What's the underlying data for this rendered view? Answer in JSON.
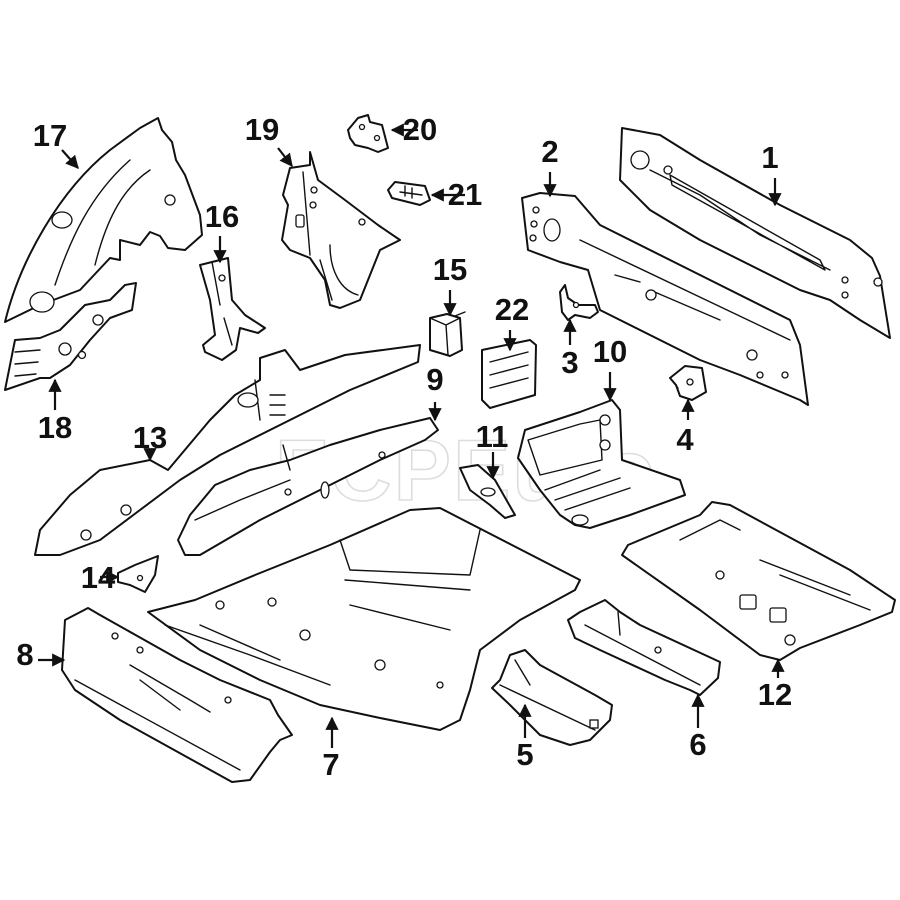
{
  "diagram": {
    "type": "exploded-parts-diagram",
    "subject": "Rear floor pan and body structure components",
    "watermark": "FCPEuro",
    "colors": {
      "line": "#111111",
      "background": "#ffffff",
      "watermark": "#cfcfcf"
    },
    "callouts": [
      {
        "id": "1",
        "label": "1",
        "part": "rear-panel-upper"
      },
      {
        "id": "2",
        "label": "2",
        "part": "rear-panel-inner"
      },
      {
        "id": "3",
        "label": "3",
        "part": "small-bracket"
      },
      {
        "id": "4",
        "label": "4",
        "part": "mount-bracket"
      },
      {
        "id": "5",
        "label": "5",
        "part": "rear-rail-extension"
      },
      {
        "id": "6",
        "label": "6",
        "part": "crossmember-rail"
      },
      {
        "id": "7",
        "label": "7",
        "part": "front-floor-pan"
      },
      {
        "id": "8",
        "label": "8",
        "part": "seat-crossmember"
      },
      {
        "id": "9",
        "label": "9",
        "part": "side-rail-right"
      },
      {
        "id": "10",
        "label": "10",
        "part": "spare-wheel-well-side"
      },
      {
        "id": "11",
        "label": "11",
        "part": "gusset"
      },
      {
        "id": "12",
        "label": "12",
        "part": "rear-floor-pan"
      },
      {
        "id": "13",
        "label": "13",
        "part": "side-rail-left"
      },
      {
        "id": "14",
        "label": "14",
        "part": "corner-bracket"
      },
      {
        "id": "15",
        "label": "15",
        "part": "box-bracket"
      },
      {
        "id": "16",
        "label": "16",
        "part": "pillar-reinforcement"
      },
      {
        "id": "17",
        "label": "17",
        "part": "wheelhouse-inner"
      },
      {
        "id": "18",
        "label": "18",
        "part": "wheelhouse-extension"
      },
      {
        "id": "19",
        "label": "19",
        "part": "quarter-inner-panel"
      },
      {
        "id": "20",
        "label": "20",
        "part": "upper-bracket"
      },
      {
        "id": "21",
        "label": "21",
        "part": "hinge-bracket"
      },
      {
        "id": "22",
        "label": "22",
        "part": "vent-grille"
      }
    ]
  }
}
